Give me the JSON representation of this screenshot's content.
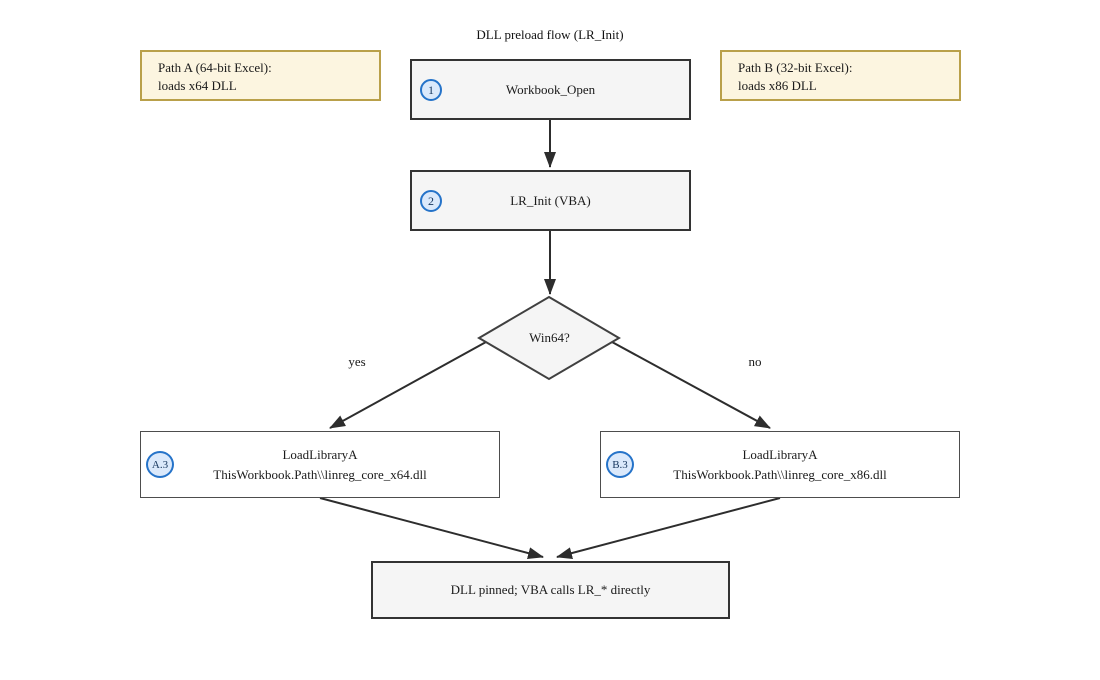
{
  "diagram": {
    "title": "DLL preload flow (LR_Init)",
    "notes": {
      "a": {
        "line1": "Path A (64-bit Excel):",
        "line2": "loads x64 DLL"
      },
      "b": {
        "line1": "Path B (32-bit Excel):",
        "line2": "loads x86 DLL"
      }
    },
    "nodes": {
      "workbook_open": {
        "badge": "1",
        "label": "Workbook_Open"
      },
      "lr_init": {
        "badge": "2",
        "label": "LR_Init (VBA)"
      },
      "decision": {
        "label": "Win64?"
      },
      "load_x64": {
        "badge": "A.3",
        "line1": "LoadLibraryA",
        "line2": "ThisWorkbook.Path\\\\linreg_core_x64.dll"
      },
      "load_x86": {
        "badge": "B.3",
        "line1": "LoadLibraryA",
        "line2": "ThisWorkbook.Path\\\\linreg_core_x86.dll"
      },
      "dll_pinned": {
        "label": "DLL pinned; VBA calls LR_* directly"
      }
    },
    "edges": {
      "yes_label": "yes",
      "no_label": "no"
    },
    "colors": {
      "badge_accent": "#2573c9",
      "badge_fill": "#dbe9fb",
      "note_fill": "#fcf5e0",
      "note_border": "#b9a04a",
      "node_fill": "#f5f5f5",
      "node_border": "#333333",
      "connector": "#2d2d2d"
    }
  }
}
